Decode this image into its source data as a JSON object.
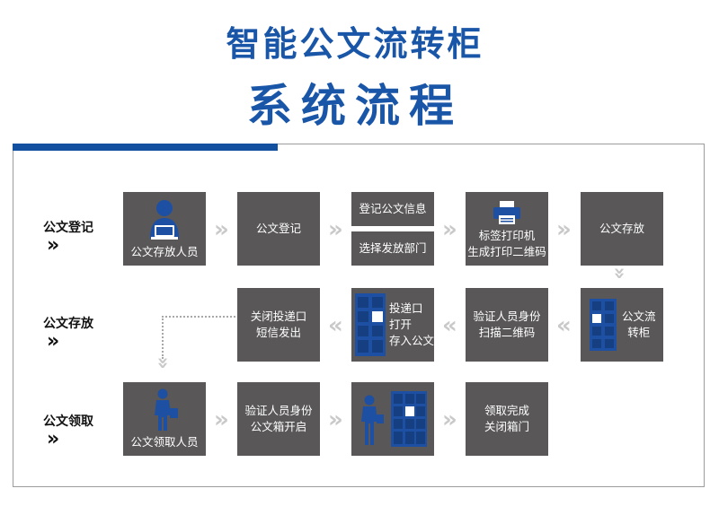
{
  "title_line1": "智能公文流转柜",
  "title_line2": "系统流程",
  "colors": {
    "title": "#1a56a8",
    "accent_bar": "#1450a0",
    "box": "#595757",
    "icon_blue": "#1d4fa3",
    "arrow": "#c9c9c9"
  },
  "rows": [
    {
      "label": "公文登记",
      "chevron": "»"
    },
    {
      "label": "公文存放",
      "chevron": "»"
    },
    {
      "label": "公文领取",
      "chevron": "»"
    }
  ],
  "row1": {
    "b1": "公文存放人员",
    "b2": "公文登记",
    "b3a": "登记公文信息",
    "b3b": "选择发放部门",
    "b4_l1": "标签打印机",
    "b4_l2": "生成打印二维码",
    "b5": "公文存放"
  },
  "row2": {
    "b1_l1": "关闭投递口",
    "b1_l2": "短信发出",
    "b2_l1": "投递口",
    "b2_l2": "打开",
    "b2_l3": "存入公文",
    "b3_l1": "验证人员身份",
    "b3_l2": "扫描二维码",
    "b4_l1": "公文流",
    "b4_l2": "转柜"
  },
  "row3": {
    "b1": "公文领取人员",
    "b2_l1": "验证人员身份",
    "b2_l2": "公文箱开启",
    "b4_l1": "领取完成",
    "b4_l2": "关闭箱门"
  },
  "arrow_right": "»",
  "arrow_left": "«",
  "arrow_down": "»"
}
